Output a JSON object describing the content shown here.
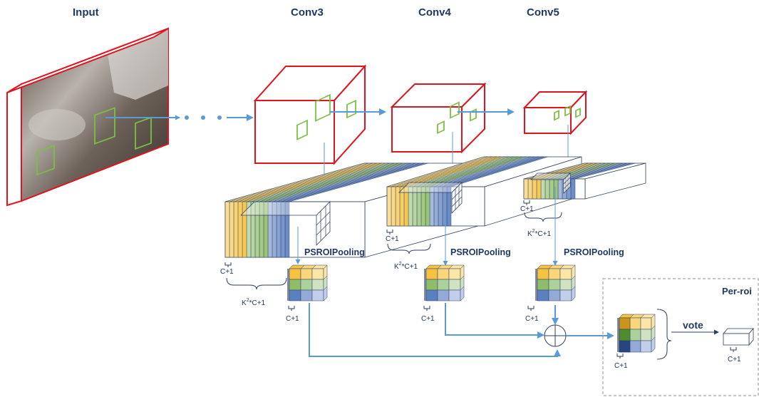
{
  "stages": {
    "input": "Input",
    "conv3": "Conv3",
    "conv4": "Conv4",
    "conv5": "Conv5"
  },
  "labels": {
    "psroi_1": "PSROIPooling",
    "psroi_2": "PSROIPooling",
    "psroi_3": "PSROIPooling",
    "per_roi": "Per-roi",
    "vote": "vote",
    "c_plus_1": "C+1",
    "k2_prefix": "K",
    "k2_sup": "2",
    "k2_suffix": "*C+1"
  },
  "colors": {
    "feature_box": "#e0141e",
    "roi_box": "#7ac143",
    "arrow": "#5b9bd5",
    "yellow": "#f5c242",
    "green": "#8fbd6a",
    "blue": "#5b7fc0",
    "text": "#1f3864"
  }
}
